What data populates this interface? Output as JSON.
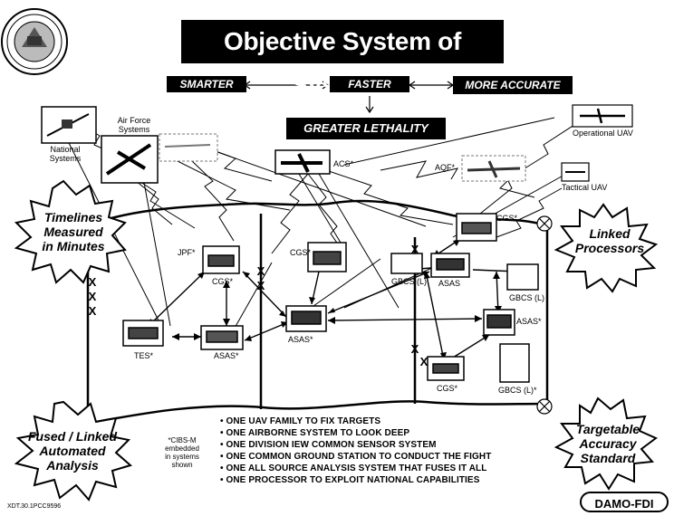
{
  "title": "Objective System of Systems",
  "attributes": {
    "smarter": "SMARTER",
    "faster": "FASTER",
    "more_accurate": "MORE ACCURATE"
  },
  "lethality": "GREATER LETHALITY",
  "nodes": {
    "national_systems": "National\nSystems",
    "air_force": "Air Force\nSystems",
    "acs": "ACS*",
    "aqf": "AQF*",
    "operational_uav": "Operational UAV",
    "tactical_uav": "Tactical UAV",
    "jpf": "JPF*",
    "cgs_1": "CGS*",
    "cgs_2": "CGS*",
    "cgs_3": "CGS*",
    "cgs_4": "CGS*",
    "tes": "TES*",
    "asas_1": "ASAS*",
    "asas_2": "ASAS*",
    "asas_3": "ASAS",
    "asas_4": "ASAS*",
    "gbcs_1": "GBCS (L)",
    "gbcs_2": "GBCS (L)",
    "gbcs_3": "GBCS (L)*"
  },
  "callouts": {
    "timelines": "Timelines\nMeasured\nin Minutes",
    "linked": "Linked\nProcessors",
    "fused": "Fused / Linked\nAutomated\nAnalysis",
    "targetable": "Targetable\nAccuracy\nStandard"
  },
  "bullets": [
    "• ONE UAV FAMILY TO FIX TARGETS",
    "• ONE AIRBORNE SYSTEM TO LOOK DEEP",
    "• ONE DIVISION IEW COMMON SENSOR SYSTEM",
    "• ONE COMMON GROUND STATION TO CONDUCT THE FIGHT",
    "• ONE ALL SOURCE ANALYSIS SYSTEM THAT FUSES IT ALL",
    "• ONE PROCESSOR TO EXPLOIT NATIONAL CAPABILITIES"
  ],
  "note": "*CIBS-M\nembedded\nin systems\nshown",
  "footer": "XDT.30.1PCC9596",
  "badge": "DAMO-FDI",
  "x_mark": "X"
}
